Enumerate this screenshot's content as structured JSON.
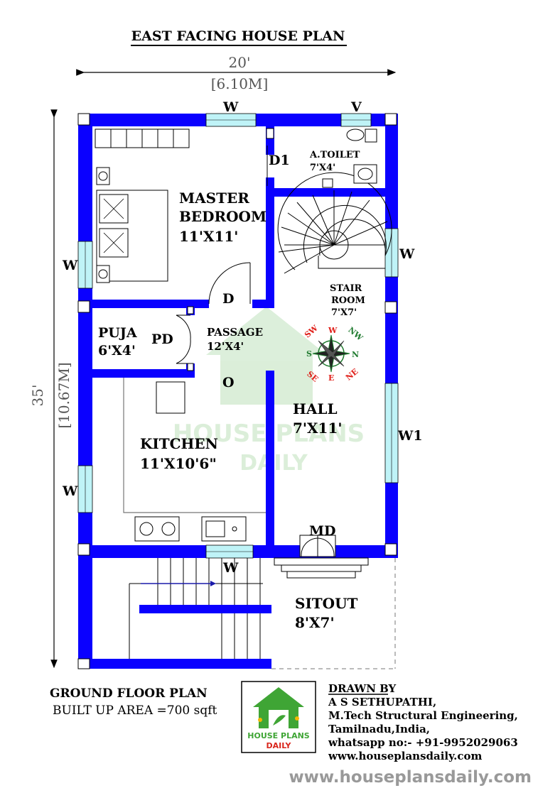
{
  "title": "EAST FACING HOUSE PLAN",
  "dims": {
    "width_ft": "20'",
    "width_m": "[6.10M]",
    "height_ft": "35'",
    "height_m": "[10.67M]"
  },
  "rooms": {
    "master_name1": "MASTER",
    "master_name2": "BEDROOM",
    "master_size": "11'X11'",
    "toilet_name": "A.TOILET",
    "toilet_size": "7'X4'",
    "stair_name1": "STAIR",
    "stair_name2": "ROOM",
    "stair_size": "7'X7'",
    "puja_name": "PUJA",
    "puja_size": "6'X4'",
    "passage_name": "PASSAGE",
    "passage_size": "12'X4'",
    "kitchen_name": "KITCHEN",
    "kitchen_size": "11'X10'6\"",
    "hall_name": "HALL",
    "hall_size": "7'X11'",
    "sitout_name": "SITOUT",
    "sitout_size": "8'X7'"
  },
  "labels": {
    "w": "W",
    "v": "V",
    "w1": "W1",
    "d": "D",
    "d1": "D1",
    "pd": "PD",
    "o": "O",
    "md": "MD"
  },
  "compass": {
    "n": "N",
    "s": "S",
    "e": "E",
    "w": "W",
    "ne": "NE",
    "nw": "NW",
    "se": "SE",
    "sw": "SW"
  },
  "watermark": {
    "line1": "HOUSE PLANS",
    "line2": "DAILY"
  },
  "footer": {
    "plan_title": "GROUND FLOOR PLAN",
    "area": "BUILT UP AREA =700 sqft",
    "drawn_by": "DRAWN BY",
    "author": "A S SETHUPATHI,",
    "degree": "M.Tech Structural Engineering,",
    "location": "Tamilnadu,India,",
    "whatsapp": "whatsapp no:- +91-9952029063",
    "web": "www.houseplansdaily.com",
    "website_big": "www.houseplansdaily.com",
    "logo_line1": "HOUSE PLANS",
    "logo_line2": "DAILY"
  },
  "colors": {
    "wall": "#0A00FF",
    "window": "#BFF3F7",
    "compass_red": "#E0201A",
    "compass_green": "#1E7A2E",
    "logo_green": "#3FA535",
    "logo_red": "#D9261C"
  }
}
